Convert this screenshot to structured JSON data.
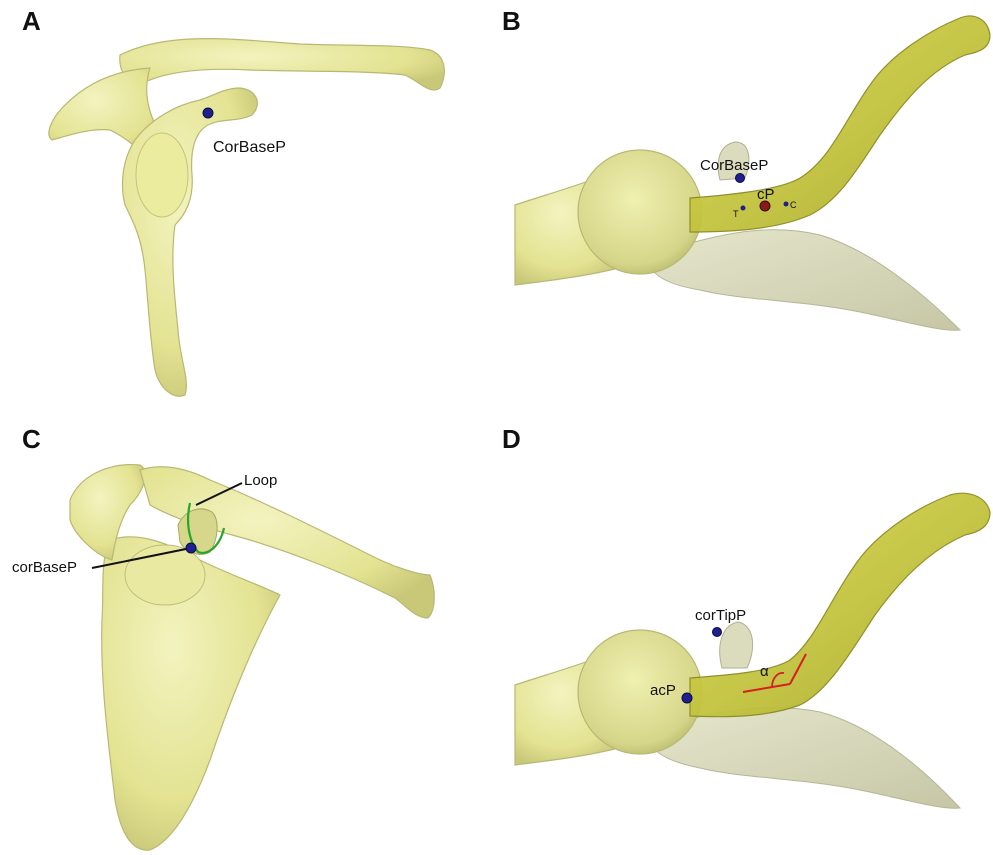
{
  "panels": {
    "a": {
      "letter": "A",
      "labels": {
        "corBaseP": "CorBaseP"
      }
    },
    "b": {
      "letter": "B",
      "labels": {
        "corBaseP": "CorBaseP",
        "cP": "cP",
        "t": "T",
        "c": "C"
      }
    },
    "c": {
      "letter": "C",
      "labels": {
        "loop": "Loop",
        "corBaseP": "corBaseP"
      }
    },
    "d": {
      "letter": "D",
      "labels": {
        "corTipP": "corTipP",
        "acP": "acP",
        "alpha": "α"
      }
    }
  },
  "colors": {
    "bone": "#e6e69a",
    "bone_stroke": "#b5b56a",
    "clavicle_yellow": "#c9c93a",
    "ghost_bone": "#cfcfae",
    "landmark_blue": "#1f1f8f",
    "landmark_red": "#8a1a1a",
    "loop_green": "#2aa52a",
    "angle_red": "#d42020"
  }
}
